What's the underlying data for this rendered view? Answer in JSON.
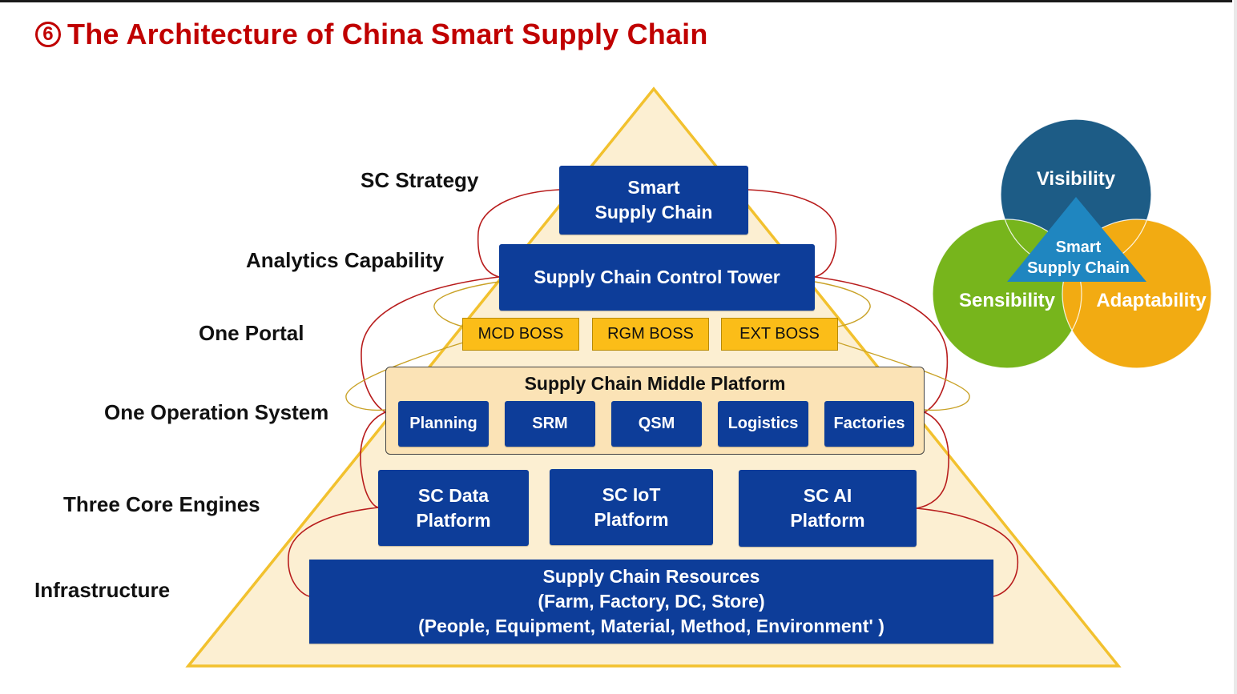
{
  "title": {
    "number": "6",
    "text": "The Architecture of China Smart Supply Chain"
  },
  "layers": {
    "strategy": "SC Strategy",
    "analytics": "Analytics Capability",
    "portal": "One Portal",
    "operation": "One Operation System",
    "engines": "Three Core Engines",
    "infrastructure": "Infrastructure"
  },
  "pyramid": {
    "apex": {
      "line1": "Smart",
      "line2": "Supply Chain"
    },
    "control_tower": "Supply Chain Control Tower",
    "portals": [
      "MCD BOSS",
      "RGM BOSS",
      "EXT BOSS"
    ],
    "middle_platform": {
      "title": "Supply Chain Middle Platform",
      "modules": [
        "Planning",
        "SRM",
        "QSM",
        "Logistics",
        "Factories"
      ]
    },
    "engines": [
      {
        "line1": "SC Data",
        "line2": "Platform"
      },
      {
        "line1": "SC IoT",
        "line2": "Platform"
      },
      {
        "line1": "SC AI",
        "line2": "Platform"
      }
    ],
    "resources": {
      "line1": "Supply Chain Resources",
      "line2": "(Farm, Factory, DC, Store)",
      "line3": "(People, Equipment, Material, Method, Environment' )"
    }
  },
  "venn": {
    "top": "Visibility",
    "left": "Sensibility",
    "right": "Adaptability",
    "center": {
      "line1": "Smart",
      "line2": "Supply Chain"
    }
  },
  "colors": {
    "title_red": "#c00000",
    "box_blue": "#0d3d99",
    "portal_yellow": "#fbbd18",
    "pyramid_fill": "#fcefd2",
    "pyramid_stroke": "#f2c12e",
    "loop_red": "#b81d1d",
    "loop_gold": "#c9a227",
    "venn_blue": "#1d5c86",
    "venn_green": "#77b51c",
    "venn_orange": "#f2ab12",
    "venn_center": "#1f86c0"
  }
}
